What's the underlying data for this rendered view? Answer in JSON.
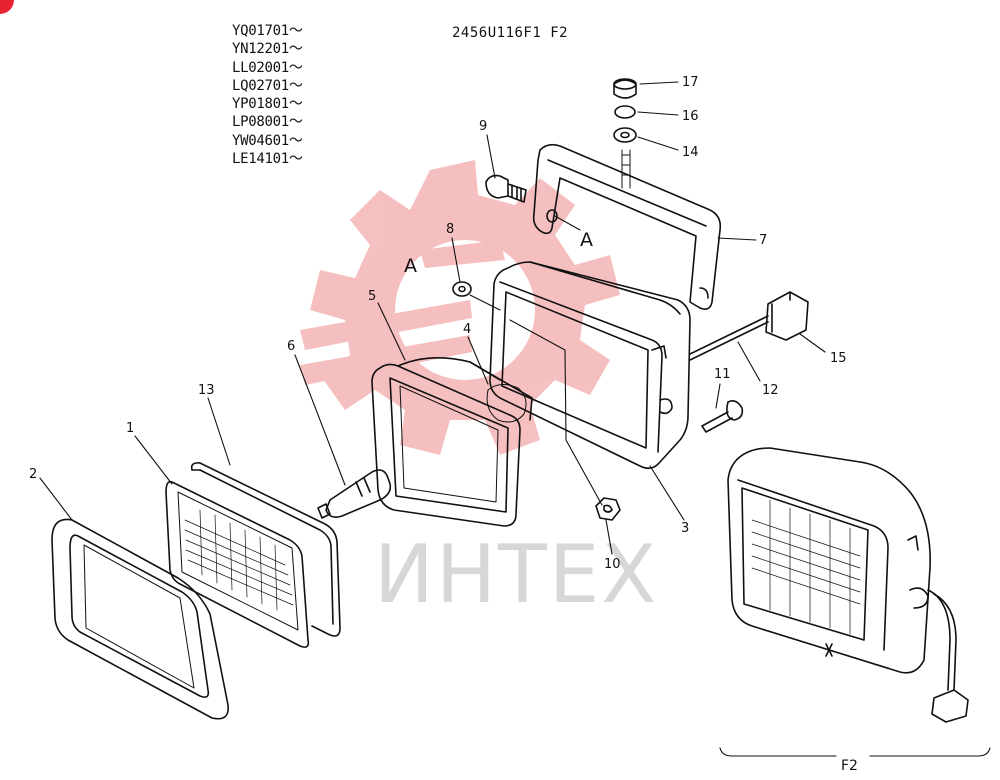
{
  "header": {
    "serial_ranges": [
      "YQ01701～",
      "YN12201～",
      "LL02001～",
      "LQ02701～",
      "YP01801～",
      "LP08001～",
      "YW04601～",
      "LE14101～"
    ],
    "document_code": "2456U116F1 F2"
  },
  "watermark": {
    "text": "ИНТЕХ",
    "icon": "gear-logo-icon",
    "color": "#f3a9a9"
  },
  "callouts": {
    "p1": "1",
    "p2": "2",
    "p3": "3",
    "p4": "4",
    "p5": "5",
    "p6": "6",
    "p7": "7",
    "p8": "8",
    "p9": "9",
    "p10": "10",
    "p11": "11",
    "p12": "12",
    "p13": "13",
    "p14": "14",
    "p15": "15",
    "p16": "16",
    "p17": "17",
    "refA1": "A",
    "refA2": "A"
  },
  "variant": {
    "label": "F2"
  },
  "colors": {
    "line": "#111111",
    "corner_mark": "#e8222e"
  }
}
